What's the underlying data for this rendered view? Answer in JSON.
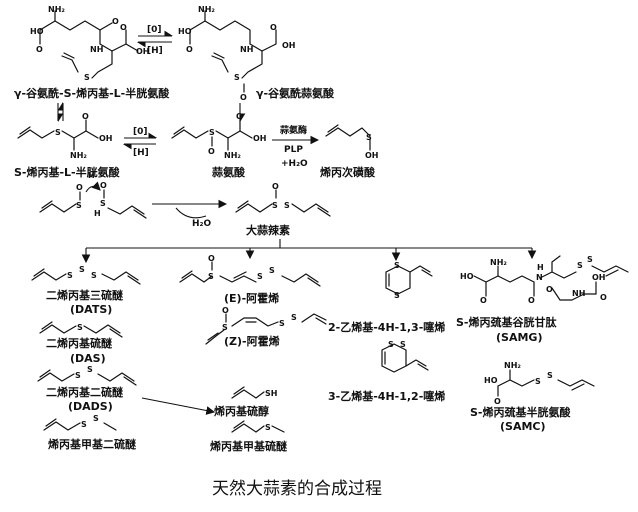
{
  "reagents": {
    "oxidation": "[0]",
    "reduction": "[H]",
    "enzyme": "蒜氨酶",
    "cofactor": "PLP",
    "water_plus": "+H₂O",
    "water": "H₂O"
  },
  "atoms": {
    "nh2": "NH₂",
    "ho": "HO",
    "oh": "OH",
    "o": "O",
    "s": "S",
    "n": "N",
    "h": "H",
    "nh": "NH"
  },
  "compounds": {
    "glutamyl_sac": "γ-谷氨酰-S-烯丙基-L-半胱氨酸",
    "glutamyl_alliin": "γ-谷氨酰蒜氨酸",
    "sac": "S-烯丙基-L-半胱氨酸",
    "alliin": "蒜氨酸",
    "allyl_sulfenic": "烯丙次磺酸",
    "allicin": "大蒜辣素",
    "dats_name": "二烯丙基三硫醚",
    "dats_abbr": "(DATS)",
    "das_name": "二烯丙基硫醚",
    "das_abbr": "(DAS)",
    "dads_name": "二烯丙基二硫醚",
    "dads_abbr": "(DADS)",
    "amds": "烯丙基甲基二硫醚",
    "e_ajoene": "(E)-阿霍烯",
    "z_ajoene": "(Z)-阿霍烯",
    "vd13": "2-乙烯基-4H-1,3-噻烯",
    "vd12": "3-乙烯基-4H-1,2-噻烯",
    "allyl_mercaptan": "烯丙基硫醇",
    "amsulfide": "烯丙基甲基硫醚",
    "samg_name": "S-烯丙巯基谷胱甘肽",
    "samg_abbr": "(SAMG)",
    "samc_name": "S-烯丙巯基半胱氨酸",
    "samc_abbr": "(SAMC)"
  },
  "caption": "天然大蒜素的合成过程"
}
